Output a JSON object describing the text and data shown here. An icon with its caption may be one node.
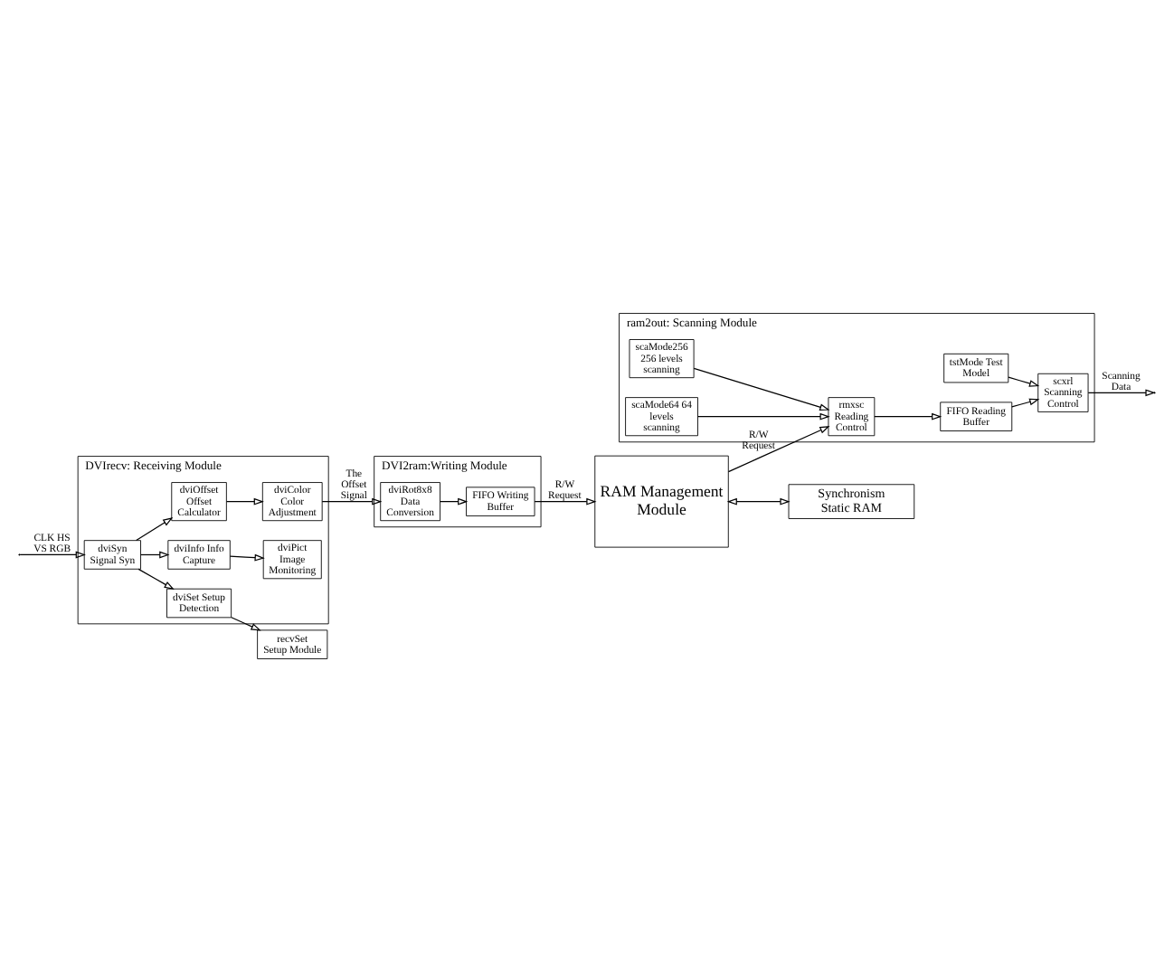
{
  "diagram": {
    "nodes": [
      {
        "text": [
          "DVIrecv: Receiving Module"
        ]
      },
      {
        "text": [
          "dviSyn Signal Syn"
        ],
        "in": 0
      },
      {
        "text": [
          "dviInfo Info Capture"
        ],
        "in": 0
      },
      {
        "text": [
          "dviPict Image Monitoring"
        ],
        "in": 0
      },
      {
        "text": [
          "dviOffset Offset Calculator"
        ],
        "in": 0
      },
      {
        "text": [
          "dviColor Color Adjustment"
        ],
        "in": 0
      },
      {
        "text": [
          "dviSet Setup Detection"
        ],
        "in": 0
      },
      {
        "text": [
          "DVI2ram:Writing Module"
        ]
      },
      {
        "text": [
          "dviRot8x8 Data Conversion"
        ],
        "in": 7
      },
      {
        "text": [
          "FIFO Writing Buffer"
        ],
        "in": 7
      },
      {
        "text": [
          "recvSet Setup Module"
        ]
      },
      {
        "text": [
          "RAM Management Module"
        ]
      },
      {
        "text": [
          "ram2out: Scanning Module"
        ]
      },
      {
        "text": [
          "scaMode256 256 levels scanning"
        ],
        "in": 12
      },
      {
        "text": [
          "scxrl Scanning Control"
        ],
        "in": 12
      },
      {
        "text": [
          "FIFO Reading Buffer"
        ],
        "in": 12
      },
      {
        "text": [
          "rmxsc Reading Control"
        ],
        "in": 12
      },
      {
        "text": [
          "tstMode Test Model"
        ],
        "in": 12
      },
      {
        "text": [
          "scaMode64 64 levels scanning"
        ],
        "in": 12
      },
      {
        "text": [
          "Synchronism Static RAM"
        ]
      }
    ],
    "edges": [
      {
        "from": null,
        "to": 1,
        "arrow": "to",
        "label": "CLK HS VS RGB"
      },
      {
        "from": 1,
        "to": 2,
        "arrow": "to"
      },
      {
        "from": 1,
        "to": 4,
        "arrow": "to"
      },
      {
        "from": 1,
        "to": 6,
        "arrow": "to"
      },
      {
        "from": 2,
        "to": 3,
        "arrow": "to"
      },
      {
        "from": 4,
        "to": 5,
        "arrow": "to"
      },
      {
        "from": 5,
        "to": 8,
        "arrow": "to",
        "label": "The Offset Signal"
      },
      {
        "from": 6,
        "to": 10,
        "arrow": "to"
      },
      {
        "from": 8,
        "to": 9,
        "arrow": "to"
      },
      {
        "from": 9,
        "to": 11,
        "arrow": "to",
        "label": "R/W Request"
      },
      {
        "from": 11,
        "to": 16,
        "arrow": "to",
        "label": "R/W Request"
      },
      {
        "from": 13,
        "to": 16,
        "arrow": "to"
      },
      {
        "from": 18,
        "to": 16,
        "arrow": "to"
      },
      {
        "from": 16,
        "to": 15,
        "arrow": "to"
      },
      {
        "from": 15,
        "to": 14,
        "arrow": "to"
      },
      {
        "from": 17,
        "to": 14,
        "arrow": "to"
      },
      {
        "from": 14,
        "to": null,
        "arrow": "to",
        "label": "Scanning Data"
      },
      {
        "from": 11,
        "to": 19,
        "arrow": "both"
      }
    ]
  }
}
